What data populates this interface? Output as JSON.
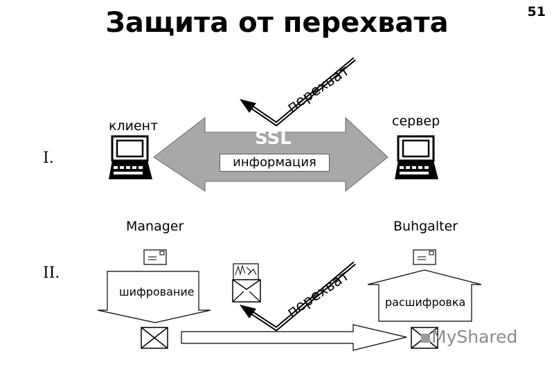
{
  "title": "Защита от перехвата",
  "page_number": "51",
  "section_1": {
    "numeral": "I.",
    "client_label": "клиент",
    "server_label": "сервер",
    "ssl_label": "SSL",
    "info_label": "информация",
    "intercept_label": "перехват"
  },
  "section_2": {
    "numeral": "II.",
    "manager_label": "Manager",
    "buhgalter_label": "Buhgalter",
    "encrypt_label": "шифрование",
    "decrypt_label": "расшифровка",
    "intercept_label": "перехват"
  },
  "watermark": "MyShared",
  "colors": {
    "ssl_arrow": "#a8a8a8",
    "ink": "#000000",
    "watermark": "#8a8a8a"
  }
}
